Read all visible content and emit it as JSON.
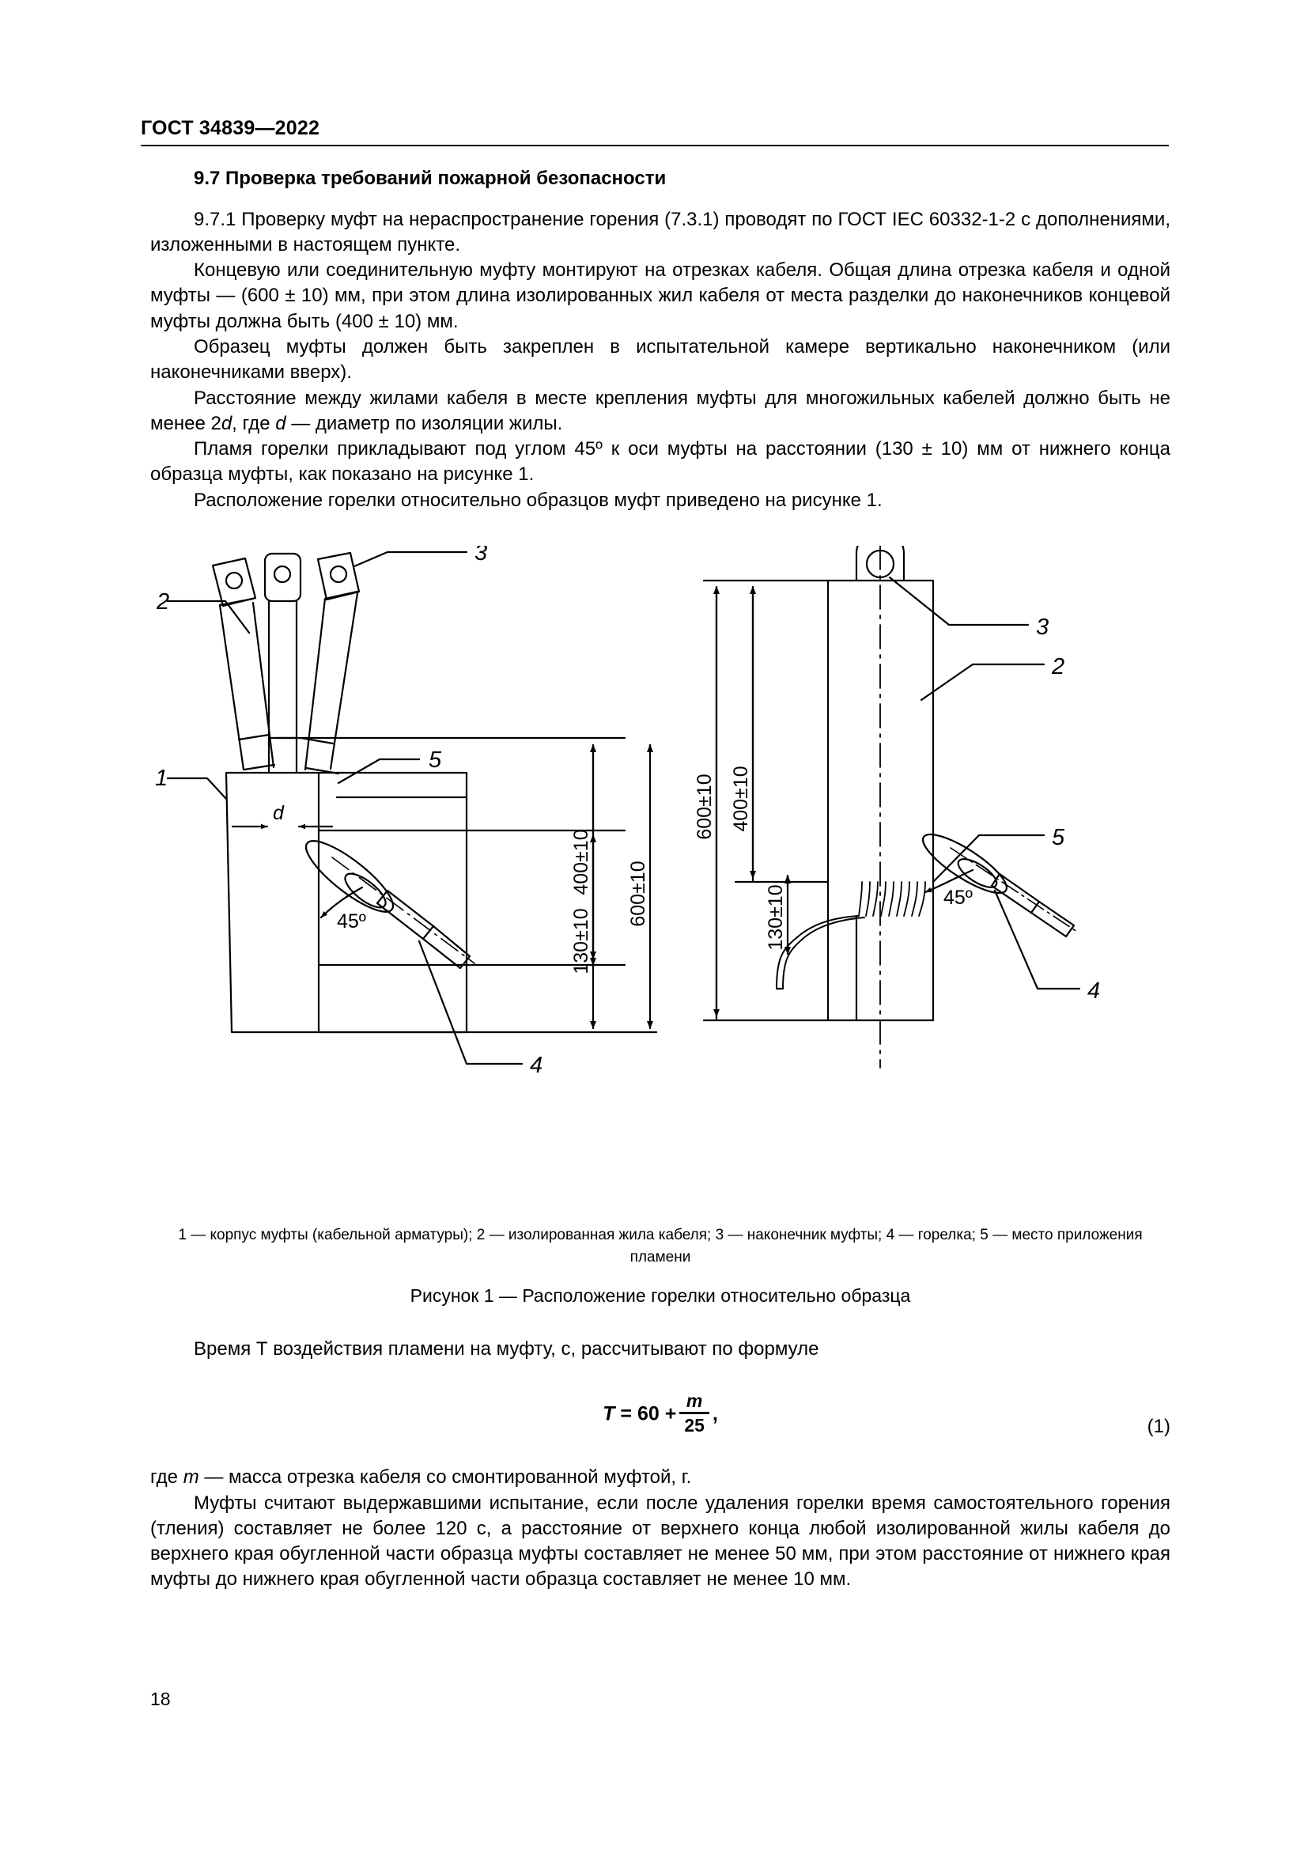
{
  "document": {
    "running_head": "ГОСТ 34839—2022",
    "page_number": "18"
  },
  "section": {
    "heading": "9.7 Проверка требований пожарной безопасности"
  },
  "paragraphs": [
    "9.7.1 Проверку муфт на нераспространение горения (7.3.1) проводят по ГОСТ IEC 60332-1-2 с дополнениями, изложенными в настоящем пункте.",
    "Концевую или соединительную муфту монтируют на отрезках кабеля. Общая длина отрезка кабеля и одной муфты — (600 ± 10) мм, при этом длина изолированных жил кабеля от места разделки до наконечников концевой муфты должна быть (400 ± 10) мм.",
    "Образец муфты должен быть закреплен в испытательной камере вертикально наконечником (или наконечниками вверх).",
    "Пламя горелки прикладывают под углом 45º к оси муфты на расстоянии (130 ± 10) мм от нижнего конца образца муфты, как показано на рисунке 1.",
    "Расположение горелки относительно образцов муфт приведено на рисунке 1."
  ],
  "paragraph_d": {
    "prefix": "Расстояние между жилами кабеля в месте крепления муфты для многожильных кабелей должно быть не менее 2",
    "sym1": "d",
    "middle": ", где ",
    "sym2": "d",
    "suffix": " — диаметр по изоляции жилы."
  },
  "figure": {
    "labels": {
      "one": "1",
      "two": "2",
      "three": "3",
      "four": "4",
      "five": "5"
    },
    "dimensions": {
      "d": "d",
      "len400": "400±10",
      "len600": "600±10",
      "len130": "130±10",
      "angle": "45º"
    },
    "legend": "1 — корпус муфты (кабельной арматуры); 2 — изолированная жила кабеля; 3 — наконечник муфты; 4 — горелка; 5 — место приложения пламени",
    "caption": "Рисунок 1 — Расположение горелки относительно образца"
  },
  "formula_section": {
    "intro": "Время Т воздействия пламени на муфту, с, рассчитывают по формуле",
    "lhs": "T",
    "eq": "=",
    "const": "60",
    "plus": "+",
    "numerator": "m",
    "denominator": "25",
    "comma": ",",
    "number": "(1)",
    "where_prefix": "где ",
    "where_symbol": "m",
    "where_suffix": " — масса отрезка кабеля со смонтированной муфтой, г."
  },
  "closing_paragraph": "Муфты считают выдержавшими испытание, если после удаления горелки время самостоятельного горения (тления) составляет не более 120 с, а расстояние от верхнего конца любой изолированной жилы кабеля до верхнего края обугленной части образца муфты составляет не менее 50 мм, при этом расстояние от нижнего края муфты до нижнего края обугленной части образца составляет не менее 10 мм."
}
